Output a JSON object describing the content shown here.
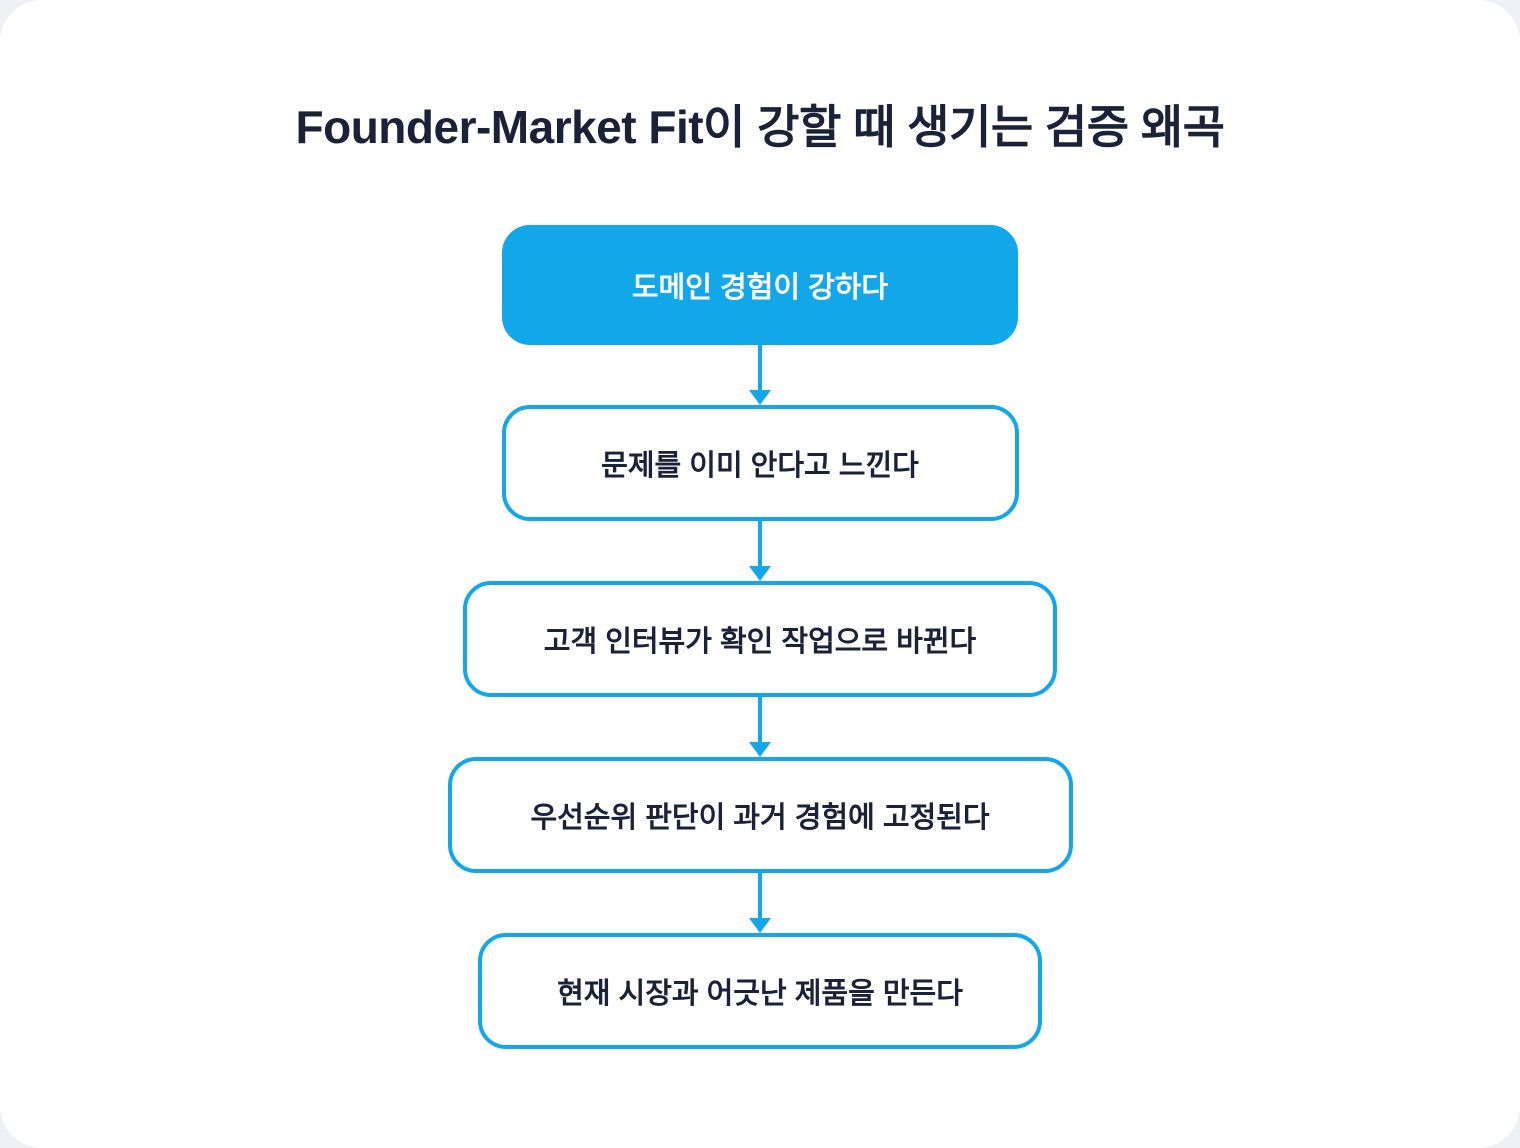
{
  "page": {
    "title": "Founder-Market Fit이 강할 때 생기는 검증 왜곡"
  },
  "colors": {
    "accent_blue": "#12a7e9",
    "title_text": "#1a2238",
    "node_text": "#1a2238",
    "filled_node_text": "#ffffff",
    "card_background": "#ffffff",
    "page_background": "#eef0f3"
  },
  "flowchart": {
    "type": "vertical-flow",
    "direction": "top-down",
    "nodes": [
      {
        "id": "n1",
        "label": "도메인 경험이 강하다",
        "style": "filled"
      },
      {
        "id": "n2",
        "label": "문제를 이미 안다고 느낀다",
        "style": "outlined"
      },
      {
        "id": "n3",
        "label": "고객 인터뷰가 확인 작업으로 바뀐다",
        "style": "outlined"
      },
      {
        "id": "n4",
        "label": "우선순위 판단이 과거 경험에 고정된다",
        "style": "outlined"
      },
      {
        "id": "n5",
        "label": "현재 시장과 어긋난 제품을 만든다",
        "style": "outlined"
      }
    ],
    "edges": [
      {
        "from": "n1",
        "to": "n2"
      },
      {
        "from": "n2",
        "to": "n3"
      },
      {
        "from": "n3",
        "to": "n4"
      },
      {
        "from": "n4",
        "to": "n5"
      }
    ]
  }
}
